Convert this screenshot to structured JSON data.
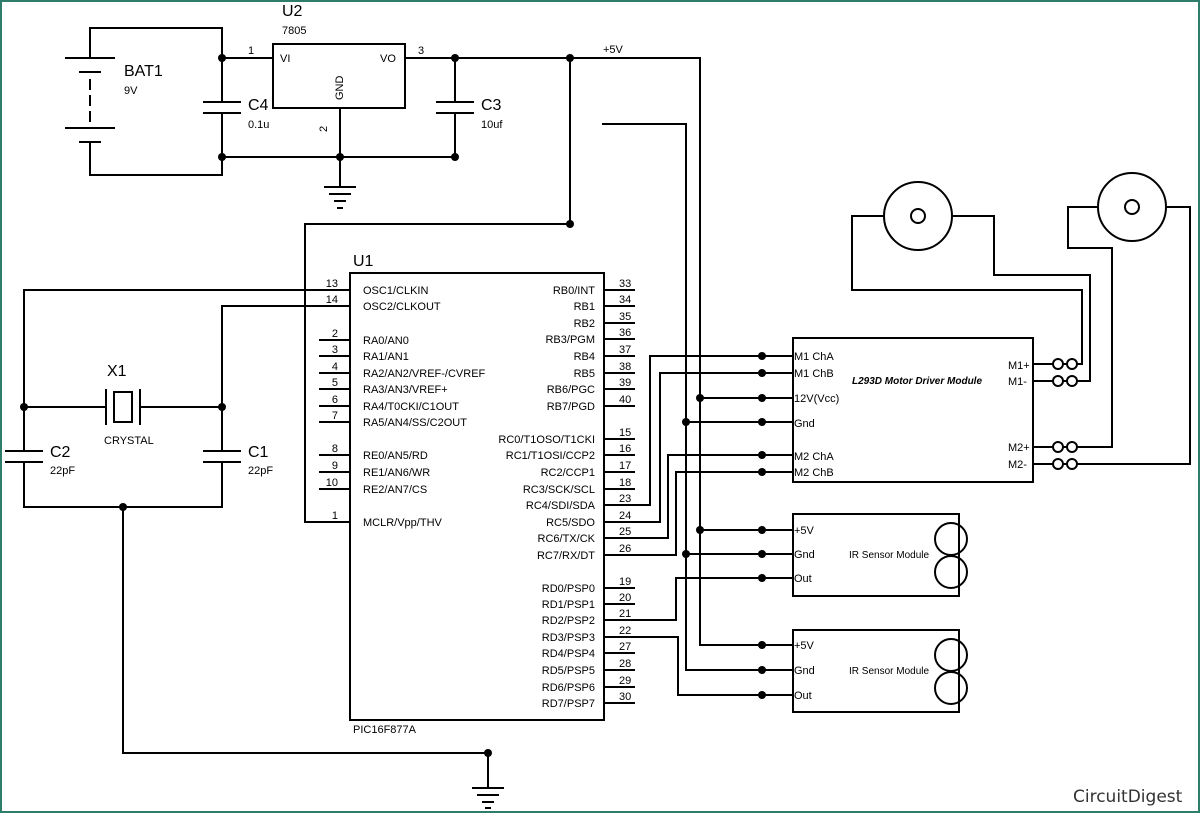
{
  "battery": {
    "ref": "BAT1",
    "value": "9V"
  },
  "regulator": {
    "ref": "U2",
    "part": "7805",
    "vi": "VI",
    "vo": "VO",
    "gnd": "GND",
    "pin_in": "1",
    "pin_gnd": "2",
    "pin_out": "3"
  },
  "rail": {
    "label": "+5V"
  },
  "c4": {
    "ref": "C4",
    "value": "0.1u"
  },
  "c3": {
    "ref": "C3",
    "value": "10uf"
  },
  "crystal": {
    "ref": "X1",
    "value": "CRYSTAL"
  },
  "c1": {
    "ref": "C1",
    "value": "22pF"
  },
  "c2": {
    "ref": "C2",
    "value": "22pF"
  },
  "mcu": {
    "ref": "U1",
    "part": "PIC16F877A",
    "left_pins": [
      {
        "num": "13",
        "name": "OSC1/CLKIN"
      },
      {
        "num": "14",
        "name": "OSC2/CLKOUT"
      },
      {
        "num": "2",
        "name": "RA0/AN0"
      },
      {
        "num": "3",
        "name": "RA1/AN1"
      },
      {
        "num": "4",
        "name": "RA2/AN2/VREF-/CVREF"
      },
      {
        "num": "5",
        "name": "RA3/AN3/VREF+"
      },
      {
        "num": "6",
        "name": "RA4/T0CKI/C1OUT"
      },
      {
        "num": "7",
        "name": "RA5/AN4/SS/C2OUT"
      },
      {
        "num": "8",
        "name": "RE0/AN5/RD"
      },
      {
        "num": "9",
        "name": "RE1/AN6/WR"
      },
      {
        "num": "10",
        "name": "RE2/AN7/CS"
      },
      {
        "num": "1",
        "name": "MCLR/Vpp/THV"
      }
    ],
    "right_pins": [
      {
        "num": "33",
        "name": "RB0/INT"
      },
      {
        "num": "34",
        "name": "RB1"
      },
      {
        "num": "35",
        "name": "RB2"
      },
      {
        "num": "36",
        "name": "RB3/PGM"
      },
      {
        "num": "37",
        "name": "RB4"
      },
      {
        "num": "38",
        "name": "RB5"
      },
      {
        "num": "39",
        "name": "RB6/PGC"
      },
      {
        "num": "40",
        "name": "RB7/PGD"
      },
      {
        "num": "15",
        "name": "RC0/T1OSO/T1CKI"
      },
      {
        "num": "16",
        "name": "RC1/T1OSI/CCP2"
      },
      {
        "num": "17",
        "name": "RC2/CCP1"
      },
      {
        "num": "18",
        "name": "RC3/SCK/SCL"
      },
      {
        "num": "23",
        "name": "RC4/SDI/SDA"
      },
      {
        "num": "24",
        "name": "RC5/SDO"
      },
      {
        "num": "25",
        "name": "RC6/TX/CK"
      },
      {
        "num": "26",
        "name": "RC7/RX/DT"
      },
      {
        "num": "19",
        "name": "RD0/PSP0"
      },
      {
        "num": "20",
        "name": "RD1/PSP1"
      },
      {
        "num": "21",
        "name": "RD2/PSP2"
      },
      {
        "num": "22",
        "name": "RD3/PSP3"
      },
      {
        "num": "27",
        "name": "RD4/PSP4"
      },
      {
        "num": "28",
        "name": "RD5/PSP5"
      },
      {
        "num": "29",
        "name": "RD6/PSP6"
      },
      {
        "num": "30",
        "name": "RD7/PSP7"
      }
    ]
  },
  "driver": {
    "title": "L293D Motor Driver Module",
    "left_pins": [
      "M1 ChA",
      "M1 ChB",
      "12V(Vcc)",
      "Gnd",
      "M2 ChA",
      "M2 ChB"
    ],
    "right_pins": [
      "M1+",
      "M1-",
      "M2+",
      "M2-"
    ]
  },
  "ir_sensors": [
    {
      "title": "IR Sensor Module",
      "pins": [
        "+5V",
        "Gnd",
        "Out"
      ]
    },
    {
      "title": "IR Sensor Module",
      "pins": [
        "+5V",
        "Gnd",
        "Out"
      ]
    }
  ],
  "brand": {
    "text": "CircuitDigest"
  },
  "colors": {
    "wire": "#000000",
    "background": "#ffffff",
    "frame": "#2e7d6b"
  }
}
